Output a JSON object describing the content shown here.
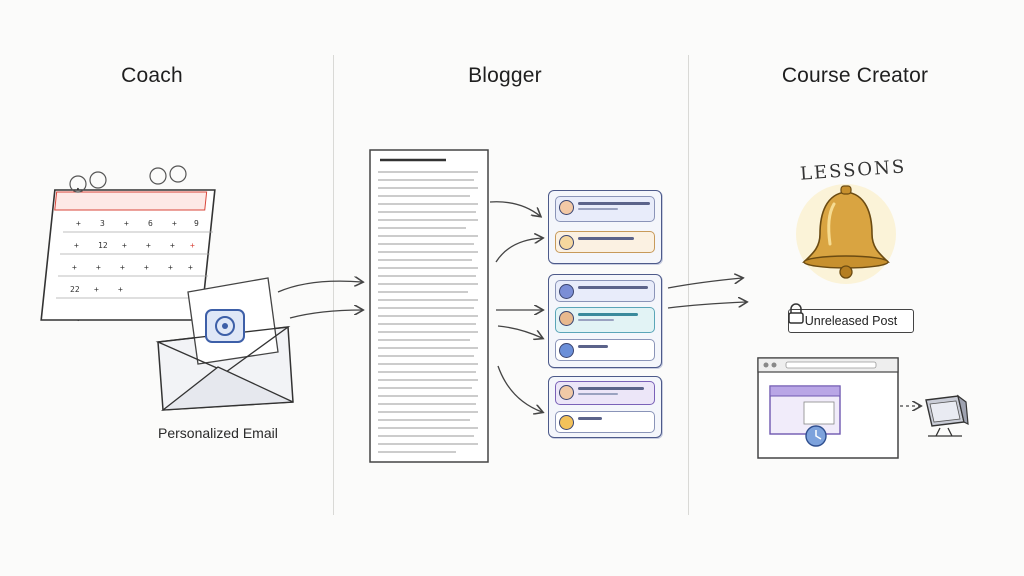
{
  "columns": [
    {
      "title": "Coach",
      "caption": "Personalized Email"
    },
    {
      "title": "Blogger"
    },
    {
      "title": "Course Creator",
      "lesson_label": "LESSONS",
      "post_label": "Unreleased Post"
    }
  ],
  "icons": {
    "calendar": "calendar-icon",
    "email": "envelope-icon",
    "document": "document-icon",
    "bell": "bell-icon",
    "browser": "browser-window-icon",
    "computer": "computer-icon"
  },
  "colors": {
    "bell_gold": "#d9a441",
    "card_border": "#4d5a8a",
    "calendar_red": "#d9453a",
    "email_blue": "#3d5fa8"
  }
}
